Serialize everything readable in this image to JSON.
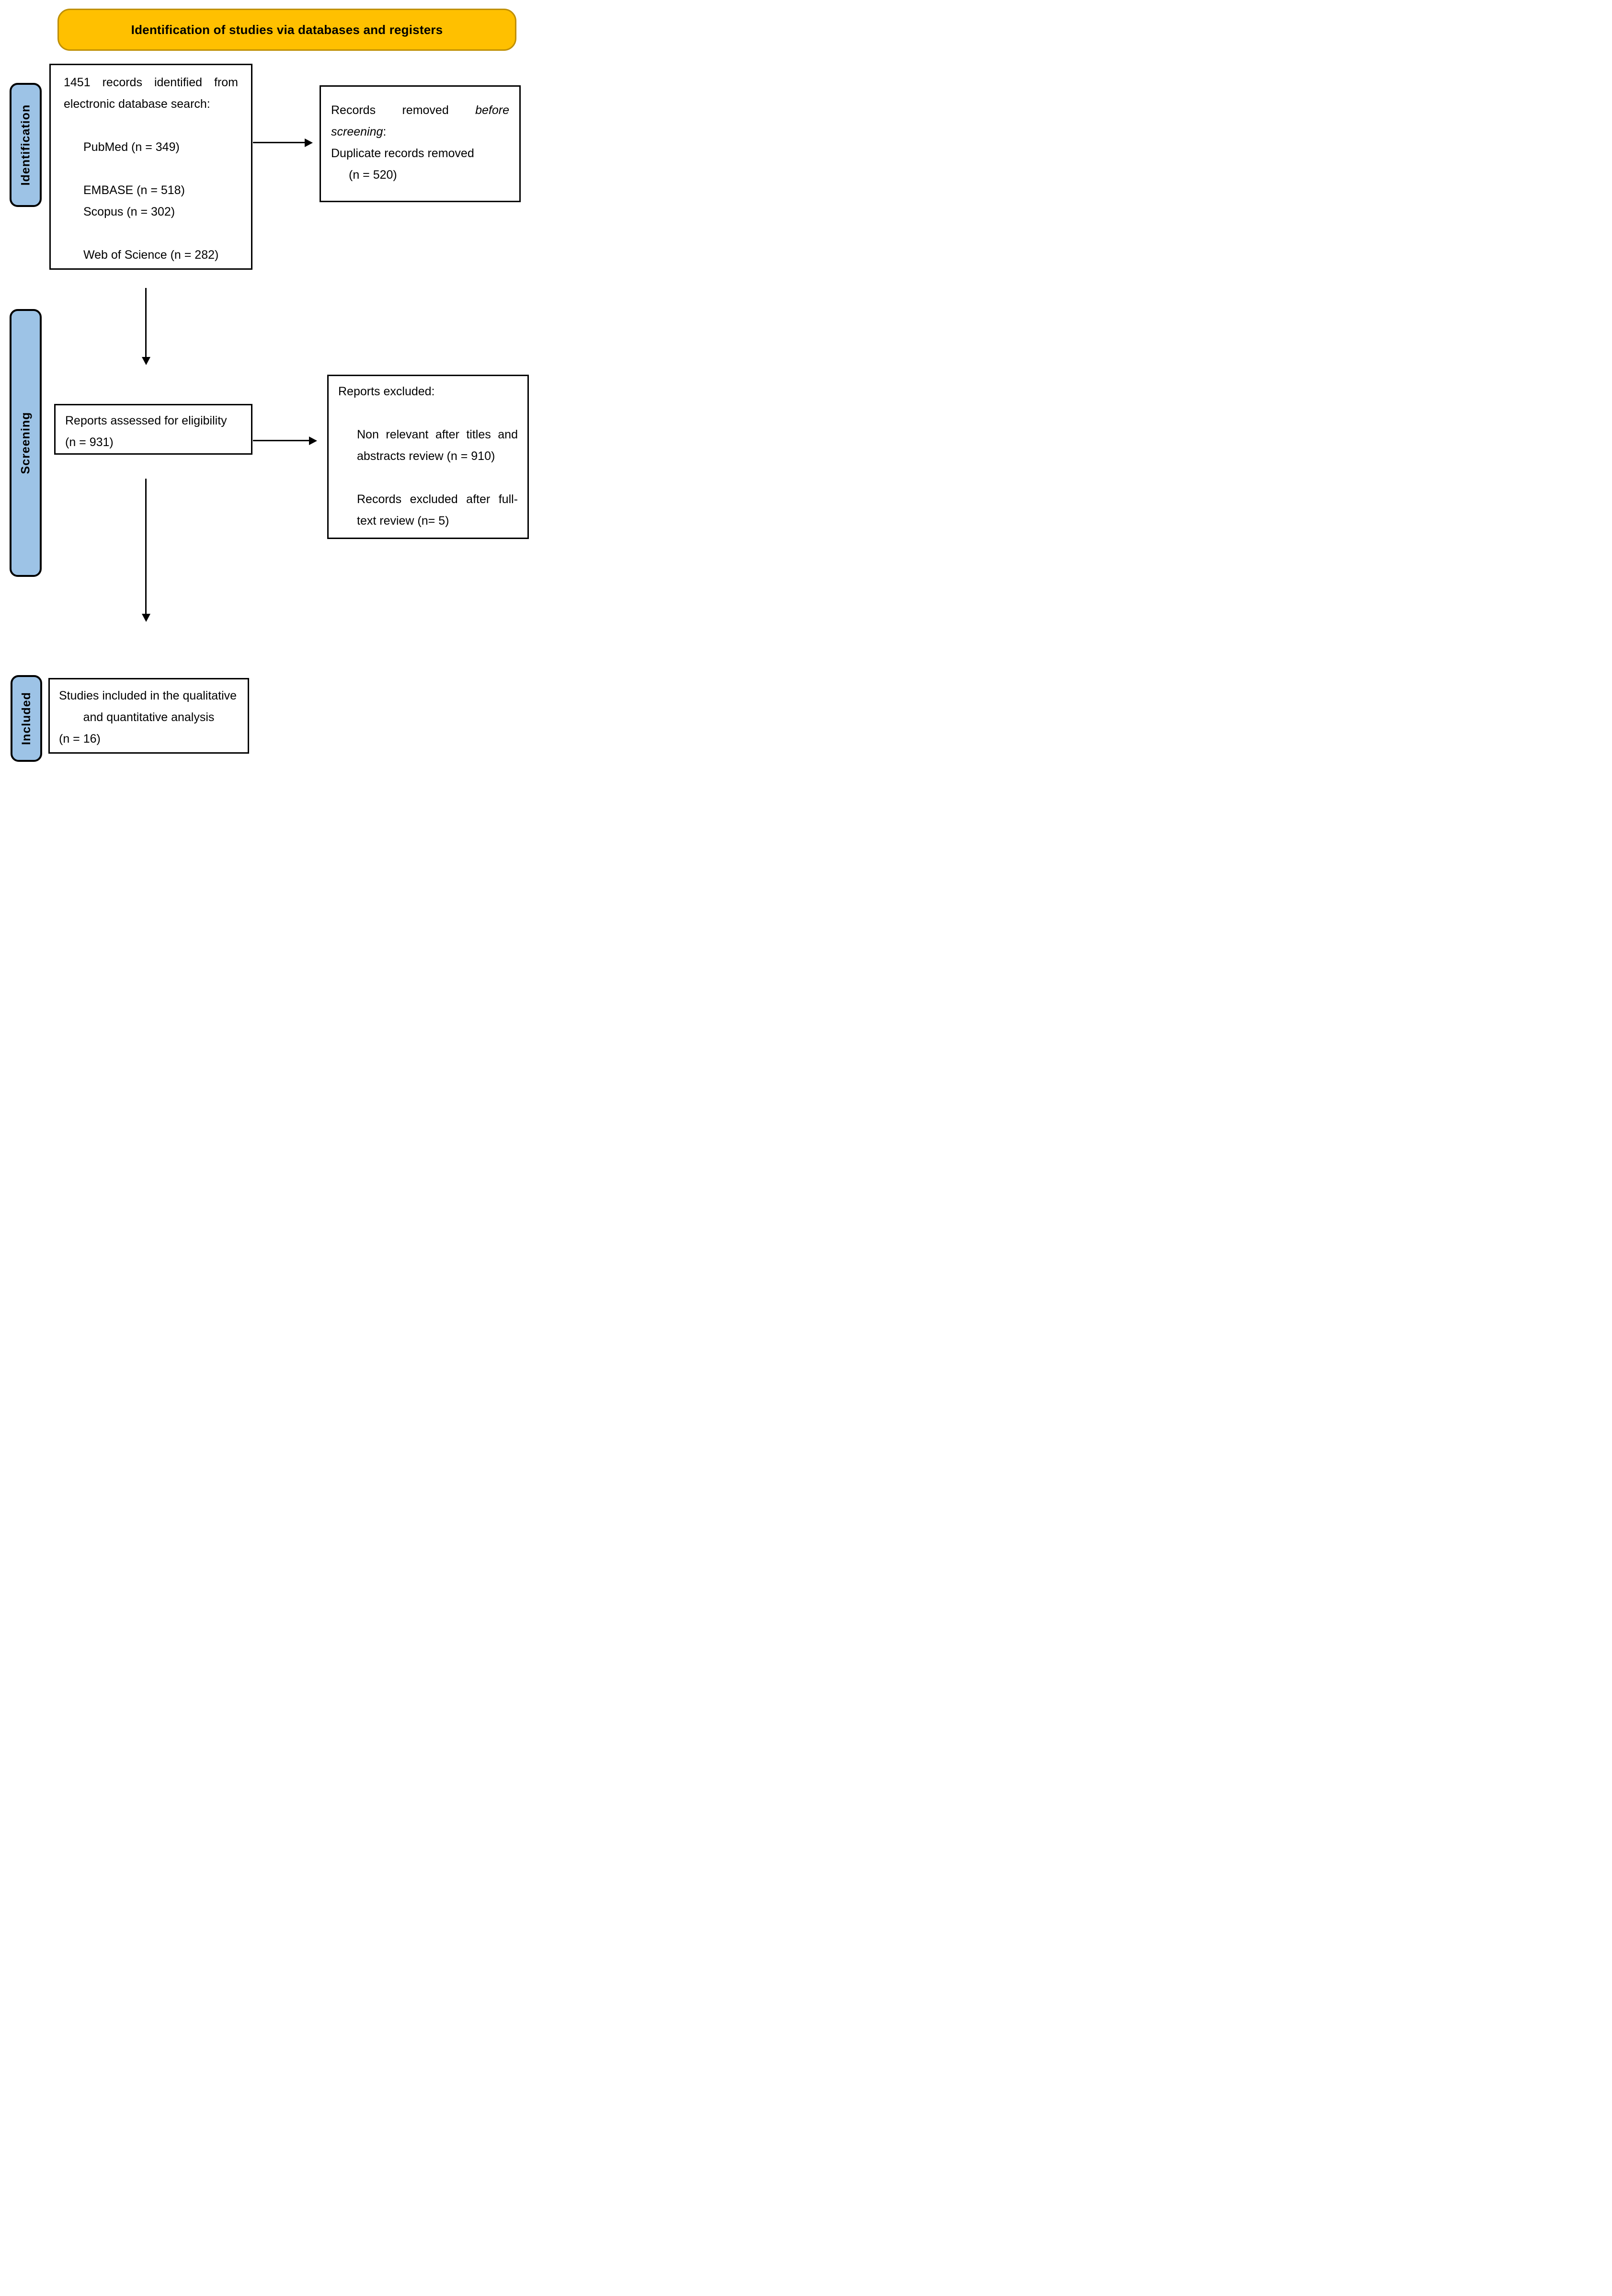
{
  "banner": {
    "title": "Identification of studies via databases and registers"
  },
  "stages": {
    "identification": "Identification",
    "screening": "Screening",
    "included": "Included"
  },
  "identification_box": {
    "intro_line1": "1451 records identified from",
    "intro_line2": "electronic database search:",
    "sources": [
      "PubMed (n = 349)",
      "EMBASE (n = 518)",
      "Scopus (n = 302)",
      "Web of Science (n = 282)"
    ]
  },
  "removed_box": {
    "line1_regular": "Records removed",
    "line1_italic": "before",
    "line2_italic": "screening",
    "line2_suffix": ":",
    "line3": "Duplicate records removed",
    "line4": "(n = 520)"
  },
  "assessed_box": {
    "line1": "Reports assessed for eligibility",
    "line2": "(n = 931)"
  },
  "excluded_box": {
    "heading": "Reports excluded:",
    "reason1_line1": "Non relevant after titles and",
    "reason1_line2": "abstracts review (n = 910)",
    "reason2_line1": "Records excluded after full-",
    "reason2_line2": "text review (n= 5)"
  },
  "included_box": {
    "line1": "Studies included in the qualitative",
    "line2": "and quantitative analysis",
    "line3": "(n = 16)"
  },
  "colors": {
    "banner_fill": "#FFC000",
    "banner_border": "#BF8F00",
    "stage_fill": "#9DC3E6",
    "stage_border": "#000000",
    "box_border": "#000000",
    "arrow": "#000000"
  }
}
